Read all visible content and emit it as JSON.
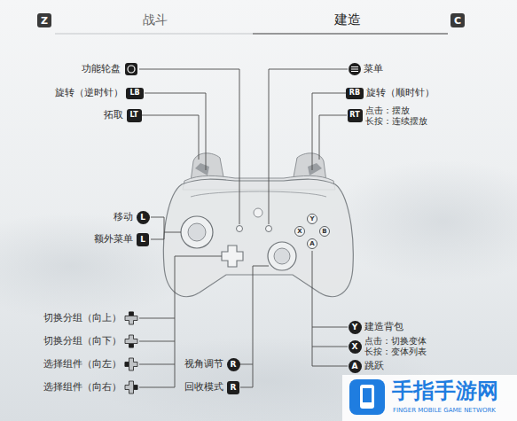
{
  "diagram": {
    "nodes": [
      {
        "text": [
          "Z"
        ]
      },
      {
        "text": [
          "C"
        ]
      },
      {
        "text": [
          "LB"
        ]
      },
      {
        "text": [
          "RB"
        ]
      },
      {
        "text": [
          "LT"
        ]
      },
      {
        "text": [
          "RT"
        ]
      },
      {
        "text": [
          "Y"
        ]
      },
      {
        "text": [
          "L"
        ]
      },
      {
        "text": [
          "X"
        ]
      },
      {
        "text": [
          "B"
        ]
      },
      {
        "text": [
          "A"
        ]
      },
      {
        "text": [
          "L"
        ]
      },
      {
        "text": [
          "Y"
        ]
      },
      {
        "text": [
          "X"
        ]
      },
      {
        "text": [
          "R"
        ]
      },
      {
        "text": [
          "A"
        ]
      },
      {
        "text": [
          "R"
        ]
      }
    ],
    "labels": [
      "战斗",
      "建造",
      "功能轮盘",
      "菜单",
      "旋转（逆时针）",
      "旋转（顺时针）",
      "拓取",
      "点击：摆放 长按：连续摆放",
      "移动",
      "额外菜单",
      "切换分组（向上）",
      "切换分组（向下）",
      "选择组件（向左）",
      "选择组件（向右）",
      "视角调节",
      "回收模式",
      "建造背包",
      "点击：切换变体 长按：变体列表",
      "跳跃",
      "手指手游网",
      "FINGER MOBILE GAME NETWORK"
    ]
  }
}
